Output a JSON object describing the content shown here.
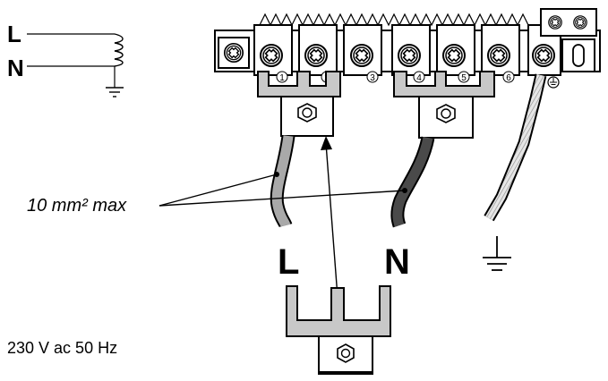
{
  "schematic": {
    "line_label": "L",
    "neutral_label": "N"
  },
  "terminals": {
    "numbers": [
      "1",
      "2",
      "3",
      "4",
      "5",
      "6"
    ]
  },
  "annotations": {
    "wire_size": "10 mm² max",
    "line_label": "L",
    "neutral_label": "N",
    "supply": "230 V ac 50 Hz"
  },
  "colors": {
    "line_wire": "#a9a9a9",
    "neutral_wire": "#4a4a4a",
    "bracket_fill": "#c8c8c8",
    "earth_wire": "#d8d8d8"
  },
  "icons": {
    "earth": "ground-symbol-icon",
    "screw": "terminal-screw-icon"
  }
}
